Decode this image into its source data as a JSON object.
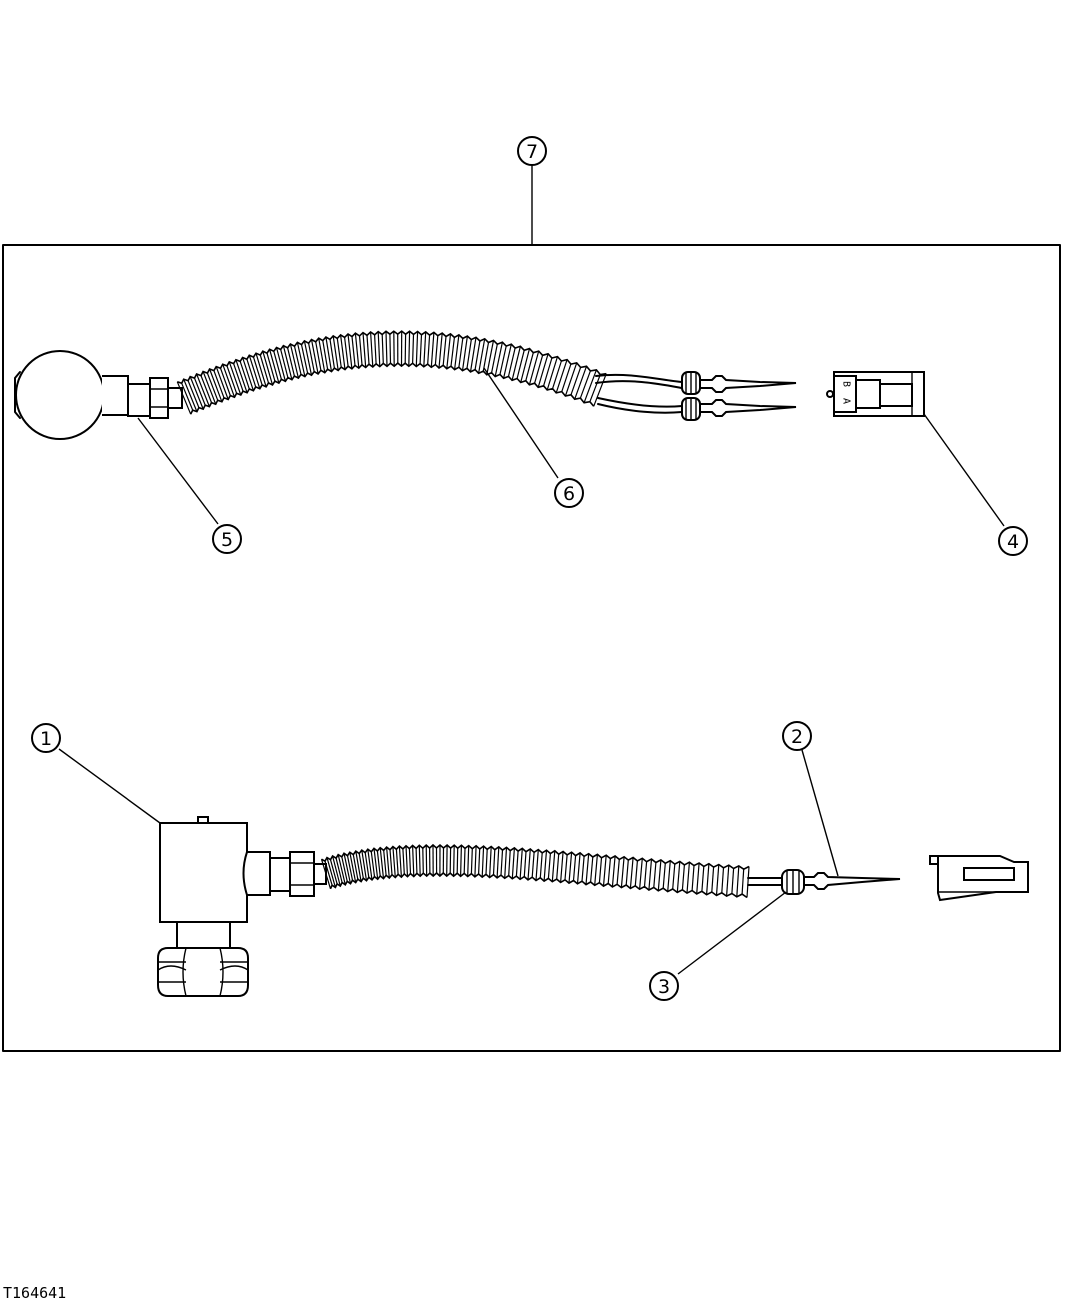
{
  "figure_id": "T164641",
  "callouts": [
    "1",
    "2",
    "3",
    "4",
    "5",
    "6",
    "7"
  ],
  "connector_pins": [
    "B",
    "A"
  ],
  "colors": {
    "ink": "#000000",
    "background": "#ffffff"
  }
}
